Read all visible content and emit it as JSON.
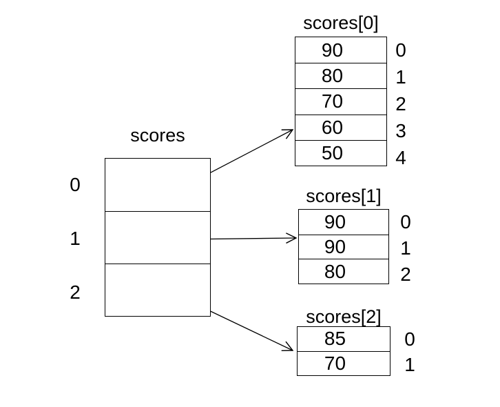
{
  "colors": {
    "background": "#ffffff",
    "line": "#000000",
    "text": "#000000"
  },
  "pointer_array": {
    "title": "scores",
    "indices": [
      "0",
      "1",
      "2"
    ],
    "cells": [
      "",
      "",
      ""
    ]
  },
  "sub_arrays": [
    {
      "title": "scores[0]",
      "values": [
        "90",
        "80",
        "70",
        "60",
        "50"
      ],
      "indices": [
        "0",
        "1",
        "2",
        "3",
        "4"
      ]
    },
    {
      "title": "scores[1]",
      "values": [
        "90",
        "90",
        "80"
      ],
      "indices": [
        "0",
        "1",
        "2"
      ]
    },
    {
      "title": "scores[2]",
      "values": [
        "85",
        "70"
      ],
      "indices": [
        "0",
        "1"
      ]
    }
  ]
}
